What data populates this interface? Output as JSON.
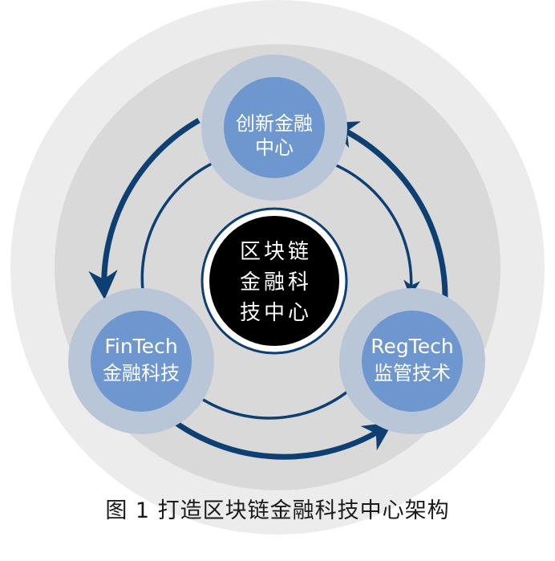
{
  "nodes": {
    "top": {
      "line1": "创新金融",
      "line2": "中心"
    },
    "left": {
      "line1": "FinTech",
      "line2": "金融科技"
    },
    "right": {
      "line1": "RegTech",
      "line2": "监管技术"
    }
  },
  "center": {
    "line1": "区块链",
    "line2": "金融科",
    "line3": "技中心"
  },
  "caption": "图 1 打造区块链金融科技中心架构",
  "colors": {
    "outer_ring": "#ececec",
    "inner_ring": "#d9d9d9",
    "node_halo": "#b9c6d8",
    "node_fill": "#6e96cf",
    "arrow": "#0e3f73",
    "center_fill": "#000000"
  }
}
